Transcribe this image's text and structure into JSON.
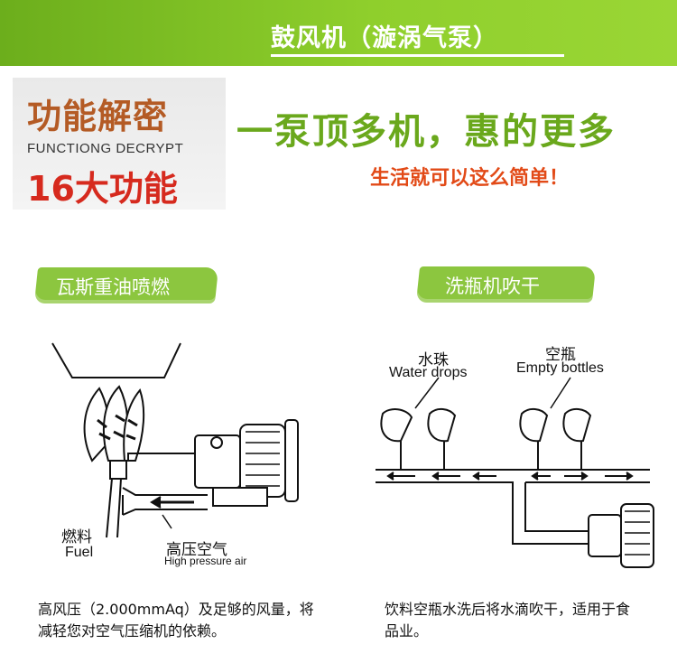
{
  "banner": {
    "title": "鼓风机（漩涡气泵）",
    "accent": "#8cc63f"
  },
  "feature": {
    "title": "功能解密",
    "subtitle": "FUNCTIONG DECRYPT",
    "count": "16大功能"
  },
  "slogan": "一泵顶多机，惠的更多",
  "tagline": "生活就可以这么简单！",
  "left": {
    "section_label": "瓦斯重油喷燃",
    "fuel_cn": "燃料",
    "fuel_en": "Fuel",
    "air_cn": "高压空气",
    "air_en": "High pressure air",
    "caption_line1": "高风压（2.000mmAq）及足够的风量，将",
    "caption_line2": "减轻您对空气压缩机的依赖。"
  },
  "right": {
    "section_label": "洗瓶机吹干",
    "drops_cn": "水珠",
    "drops_en": "Water drops",
    "bottles_cn": "空瓶",
    "bottles_en": "Empty bottles",
    "caption_line1": "饮料空瓶水洗后将水滴吹干，适用于食",
    "caption_line2": "品业。"
  }
}
